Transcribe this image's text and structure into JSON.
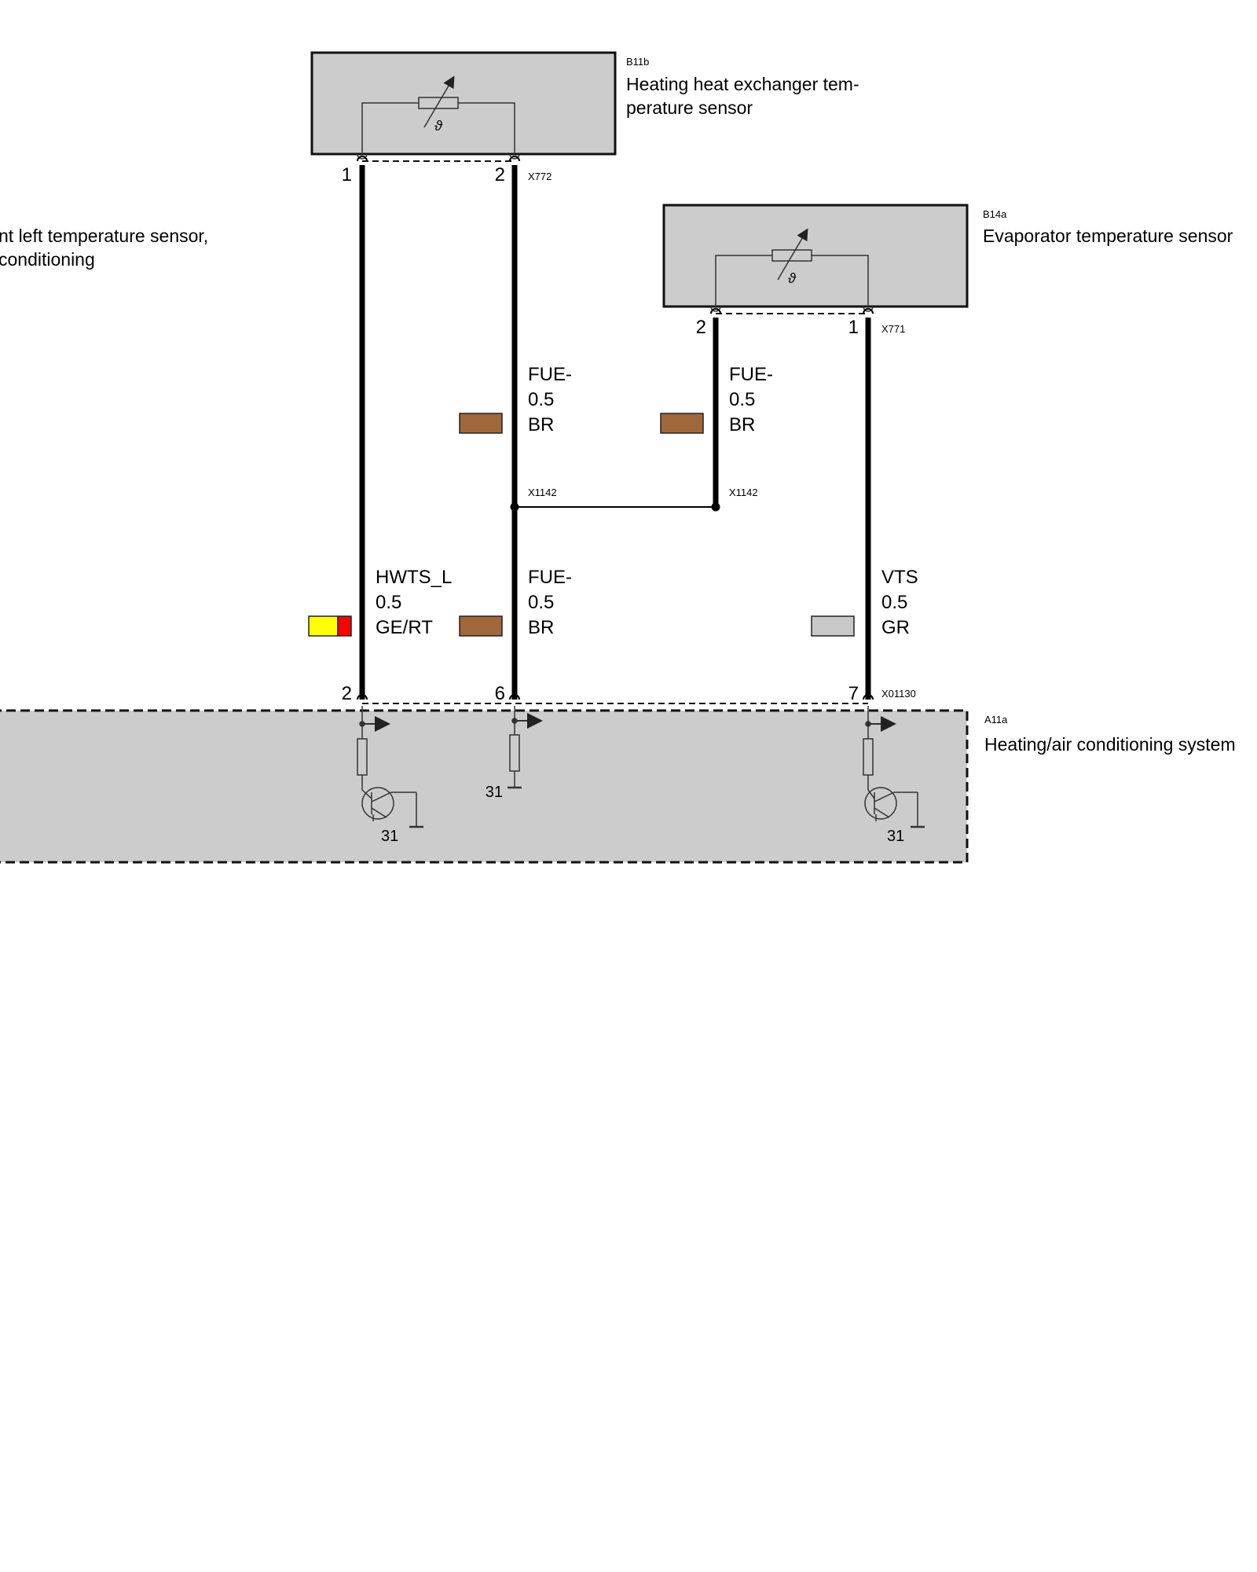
{
  "components": {
    "b11b": {
      "code": "B11b",
      "title_line1": "Heating heat exchanger tem-",
      "title_line2": "perature sensor",
      "symbol": "ϑ"
    },
    "b14a": {
      "code": "B14a",
      "title": "Evaporator temperature sensor",
      "symbol": "ϑ"
    },
    "a11a": {
      "code": "A11a",
      "title": "Heating/air conditioning system"
    },
    "offpage": {
      "line1": "nt left temperature sensor,",
      "line2": "conditioning"
    }
  },
  "connectors": {
    "x772": "X772",
    "x771": "X771",
    "x1142_left": "X1142",
    "x1142_right": "X1142",
    "x01130": "X01130"
  },
  "pins": {
    "b11b_1": "1",
    "b11b_2": "2",
    "b14a_2": "2",
    "b14a_1": "1",
    "a11a_2": "2",
    "a11a_6": "6",
    "a11a_7": "7"
  },
  "wires": {
    "fue_upper_left": {
      "name": "FUE-",
      "size": "0.5",
      "color": "BR"
    },
    "fue_upper_right": {
      "name": "FUE-",
      "size": "0.5",
      "color": "BR"
    },
    "hwts": {
      "name": "HWTS_L",
      "size": "0.5",
      "color": "GE/RT"
    },
    "fue_lower": {
      "name": "FUE-",
      "size": "0.5",
      "color": "BR"
    },
    "vts": {
      "name": "VTS",
      "size": "0.5",
      "color": "GR"
    }
  },
  "ground_labels": {
    "g1": "31",
    "g2": "31",
    "g3": "31"
  },
  "colors": {
    "brown": "#a0673a",
    "yellow": "#ffff00",
    "red": "#ff0000",
    "gray_wire": "#c8c8c8",
    "component_fill": "#cccccc"
  }
}
